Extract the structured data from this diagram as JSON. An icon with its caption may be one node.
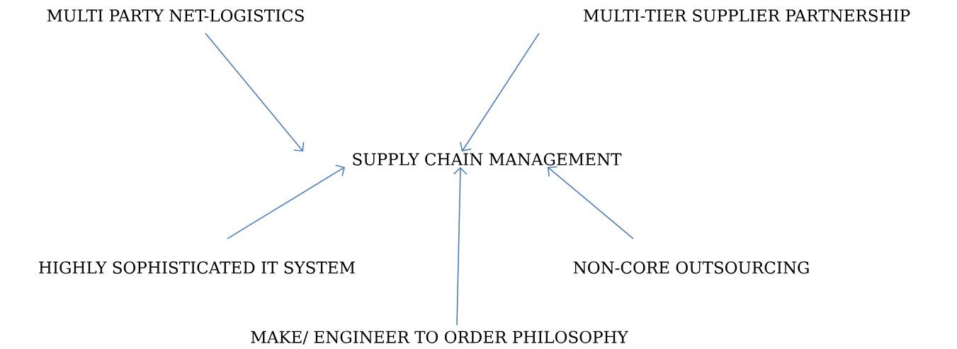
{
  "diagram": {
    "nodes": [
      {
        "text": [
          "MULTI PARTY NET-LOGISTICS"
        ]
      },
      {
        "text": [
          "MULTI-TIER SUPPLIER PARTNERSHIP"
        ]
      },
      {
        "text": [
          "SUPPLY CHAIN MANAGEMENT"
        ]
      },
      {
        "text": [
          "HIGHLY SOPHISTICATED IT SYSTEM"
        ]
      },
      {
        "text": [
          "NON-CORE OUTSOURCING"
        ]
      },
      {
        "text": [
          "MAKE/ ENGINEER TO ORDER PHILOSOPHY"
        ]
      }
    ],
    "edges": [
      {
        "from": 0,
        "to": 2,
        "arrow": "to"
      },
      {
        "from": 1,
        "to": 2,
        "arrow": "to"
      },
      {
        "from": 3,
        "to": 2,
        "arrow": "to"
      },
      {
        "from": 4,
        "to": 2,
        "arrow": "to"
      },
      {
        "from": 5,
        "to": 2,
        "arrow": "to"
      }
    ]
  }
}
